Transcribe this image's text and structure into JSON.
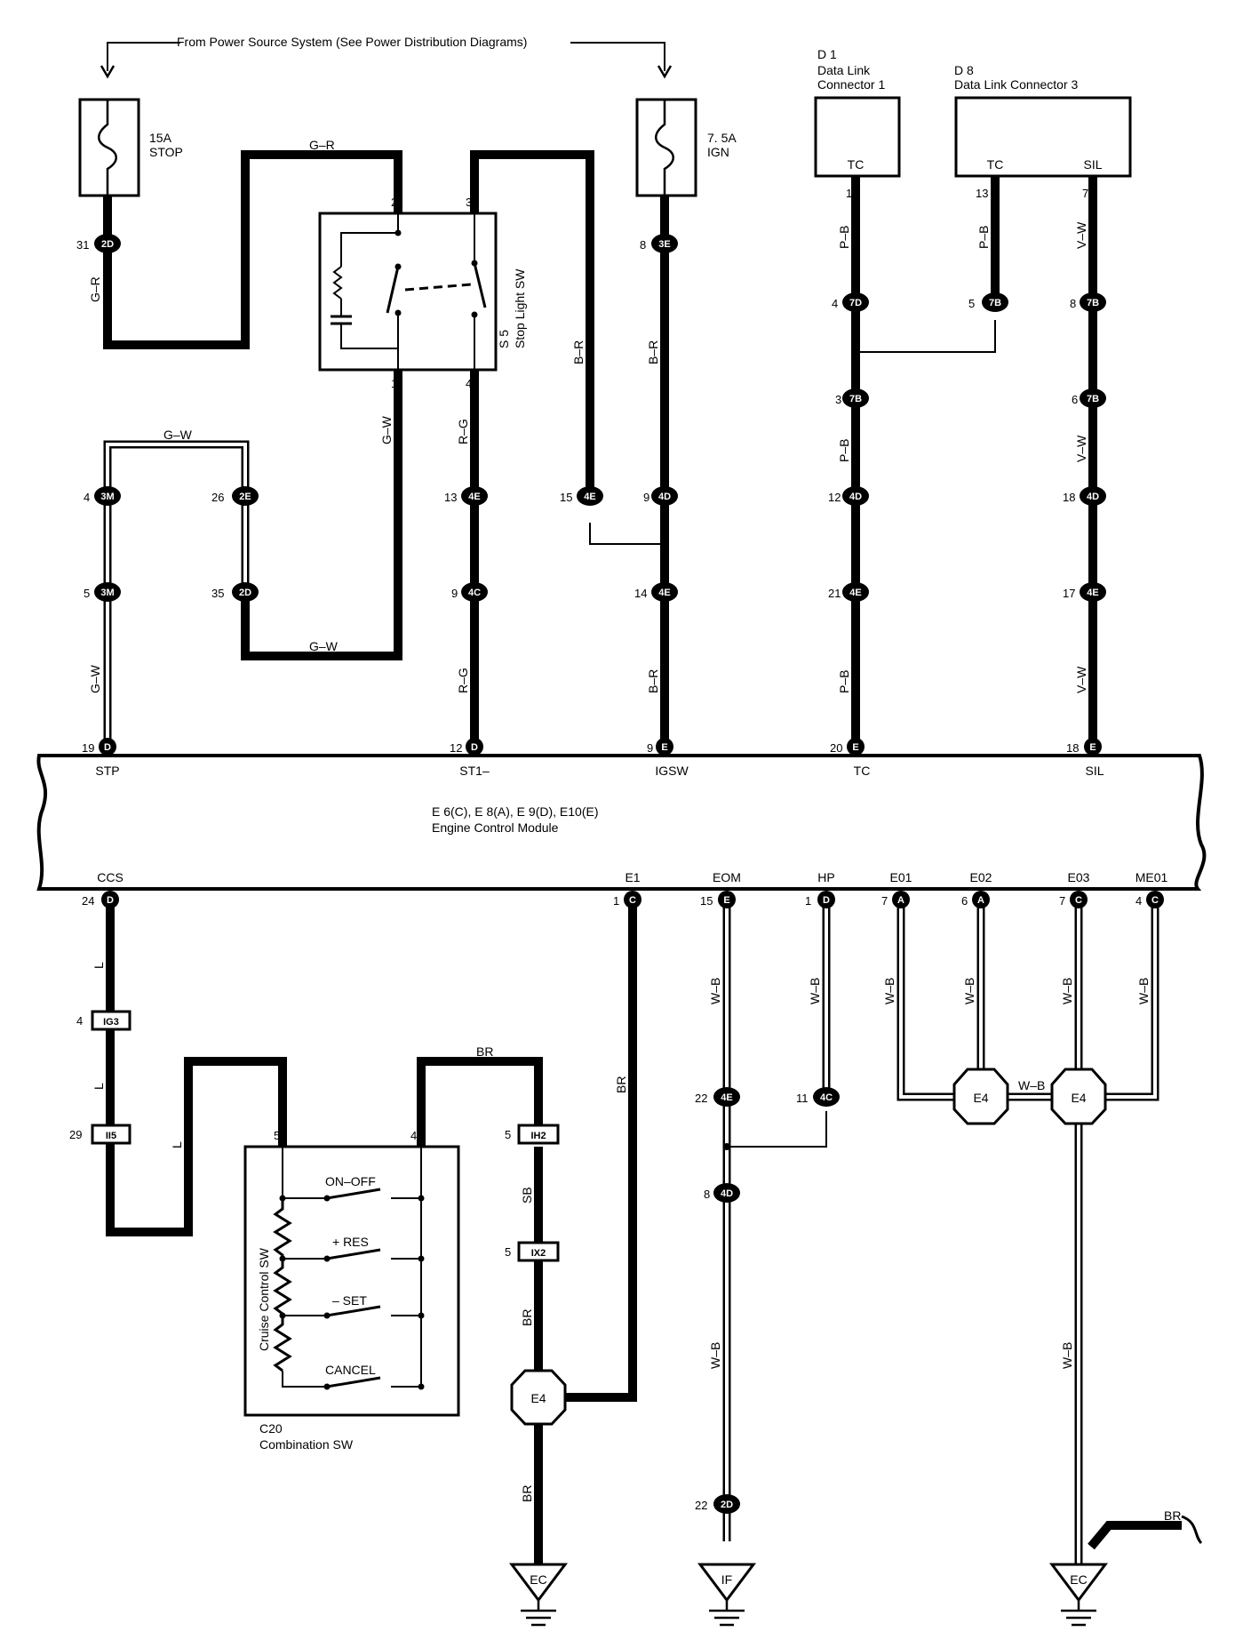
{
  "power_source_label": "From Power Source System (See Power Distribution Diagrams)",
  "fuses": {
    "stop": {
      "rating": "15A",
      "name": "STOP"
    },
    "ign": {
      "rating": "7. 5A",
      "name": "IGN"
    }
  },
  "data_link": {
    "d1": {
      "id": "D 1",
      "name_line1": "Data Link",
      "name_line2": "Connector 1",
      "pin_label": "TC"
    },
    "d8": {
      "id": "D 8",
      "name": "Data Link Connector 3",
      "pin_tc": "TC",
      "pin_sil": "SIL"
    }
  },
  "stop_light_sw": {
    "id": "S 5",
    "name": "Stop Light SW"
  },
  "ecm": {
    "connectors": "E 6(C), E 8(A), E 9(D), E10(E)",
    "name": "Engine Control Module",
    "top_terminals": [
      "STP",
      "ST1–",
      "IGSW",
      "TC",
      "SIL"
    ],
    "bottom_terminals": [
      "CCS",
      "E1",
      "EOM",
      "HP",
      "E01",
      "E02",
      "E03",
      "ME01"
    ]
  },
  "combination_sw": {
    "id": "C20",
    "name": "Combination SW",
    "inner_label": "Cruise Control SW",
    "switches": [
      "ON–OFF",
      "+ RES",
      "– SET",
      "CANCEL"
    ]
  },
  "wire_colors": {
    "g_r": "G–R",
    "g_w": "G–W",
    "r_g": "R–G",
    "b_r": "B–R",
    "p_b": "P–B",
    "v_w": "V–W",
    "l": "L",
    "br": "BR",
    "sb": "SB",
    "w_b": "W–B"
  },
  "pins": {
    "31": "31",
    "8": "8",
    "11": "11",
    "13": "13",
    "7": "7",
    "2": "2",
    "3": "3",
    "1": "1",
    "4": "4",
    "5": "5",
    "26": "26",
    "35": "35",
    "9": "9",
    "15": "15",
    "14": "14",
    "12": "12",
    "21": "21",
    "20": "20",
    "6": "6",
    "18": "18",
    "17": "17",
    "19": "19",
    "24": "24",
    "29": "29",
    "22": "22"
  },
  "connectors": {
    "c2D": "2D",
    "c3E": "3E",
    "c7D": "7D",
    "c7B": "7B",
    "c3M": "3M",
    "c2E": "2E",
    "c4E": "4E",
    "c4D": "4D",
    "c4C": "4C",
    "cD": "D",
    "cE": "E",
    "cC": "C",
    "cA": "A",
    "cIG3": "IG3",
    "cII5": "II5",
    "cIH2": "IH2",
    "cIX2": "IX2"
  },
  "splice": "E4",
  "grounds": [
    "EC",
    "IF",
    "EC"
  ]
}
